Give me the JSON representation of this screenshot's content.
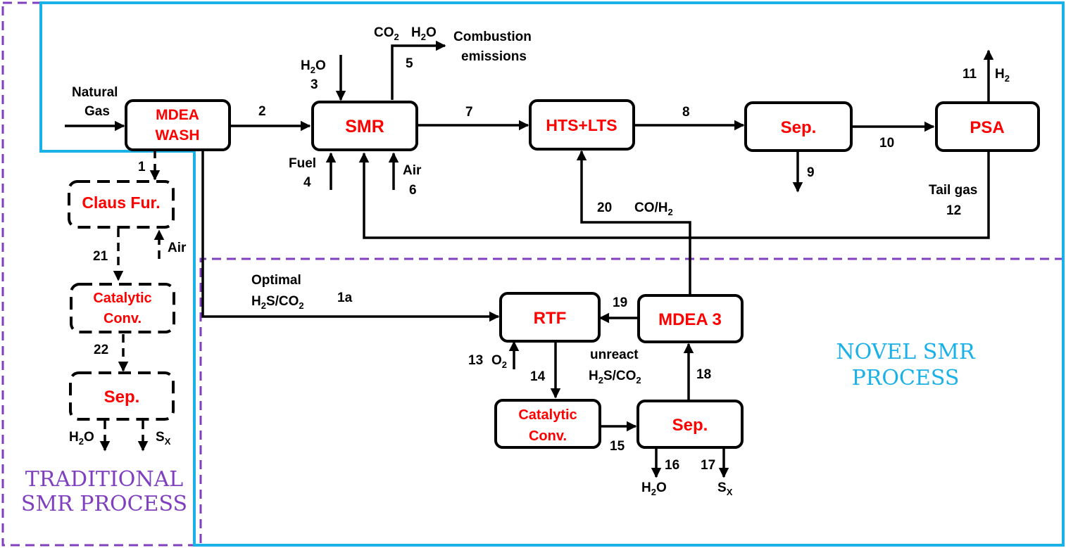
{
  "colors": {
    "process_text": "#ff0000",
    "traditional_boundary": "#7f3fbf",
    "novel_boundary": "#1ab0e8",
    "lines": "#000000"
  },
  "units": {
    "mdea_wash": [
      "MDEA",
      "WASH"
    ],
    "smr": "SMR",
    "hts_lts": "HTS+LTS",
    "sep_top": "Sep.",
    "psa": "PSA",
    "claus": "Claus Fur.",
    "catalytic_trad": [
      "Catalytic",
      "Conv."
    ],
    "sep_trad": "Sep.",
    "rtf": "RTF",
    "mdea3": "MDEA 3",
    "catalytic_novel": [
      "Catalytic",
      "Conv."
    ],
    "sep_novel": "Sep."
  },
  "streams": {
    "natural_gas": [
      "Natural",
      "Gas"
    ],
    "s1": "1",
    "s1a": "1a",
    "optimal": "Optimal",
    "h2s_co2": {
      "a": "H",
      "b": "2",
      "c": "S/CO",
      "d": "2"
    },
    "s2": "2",
    "s3": "3",
    "h2o": {
      "a": "H",
      "b": "2",
      "c": "O"
    },
    "co2": {
      "a": "CO",
      "b": "2"
    },
    "s4": "4",
    "fuel": "Fuel",
    "s5": "5",
    "combustion": [
      "Combustion",
      "emissions"
    ],
    "s6": "6",
    "air": "Air",
    "s7": "7",
    "s8": "8",
    "s9": "9",
    "s10": "10",
    "s11": "11",
    "h2": {
      "a": "H",
      "b": "2"
    },
    "s12": "12",
    "tail_gas": "Tail gas",
    "s20": "20",
    "co_h2": {
      "a": "CO/H",
      "b": "2"
    },
    "s21": "21",
    "s22": "22",
    "sx": {
      "a": "S",
      "b": "X"
    },
    "s13": "13",
    "o2": {
      "a": "O",
      "b": "2"
    },
    "s14": "14",
    "s15": "15",
    "s16": "16",
    "s17": "17",
    "s18": "18",
    "s19": "19",
    "unreact": "unreact"
  },
  "regions": {
    "novel": [
      "NOVEL SMR",
      "PROCESS"
    ],
    "traditional": [
      "TRADITIONAL",
      "SMR PROCESS"
    ]
  }
}
